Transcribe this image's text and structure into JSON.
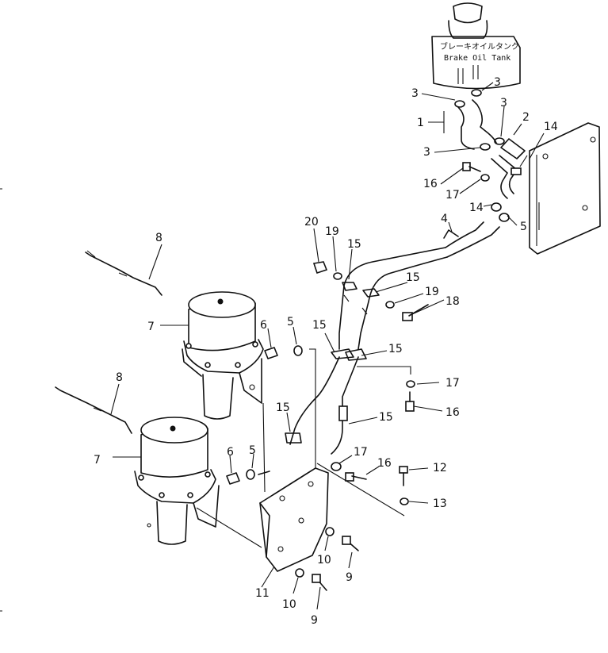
{
  "tank": {
    "label_jp": "ブレーキオイルタンク",
    "label_en": "Brake Oil Tank"
  },
  "callouts": [
    "3",
    "3",
    "3",
    "2",
    "1",
    "14",
    "3",
    "16",
    "17",
    "14",
    "5",
    "4",
    "20",
    "19",
    "15",
    "15",
    "19",
    "18",
    "8",
    "8",
    "7",
    "7",
    "6",
    "5",
    "15",
    "15",
    "17",
    "16",
    "15",
    "15",
    "6",
    "5",
    "17",
    "16",
    "12",
    "13",
    "10",
    "9",
    "11",
    "10",
    "9"
  ]
}
